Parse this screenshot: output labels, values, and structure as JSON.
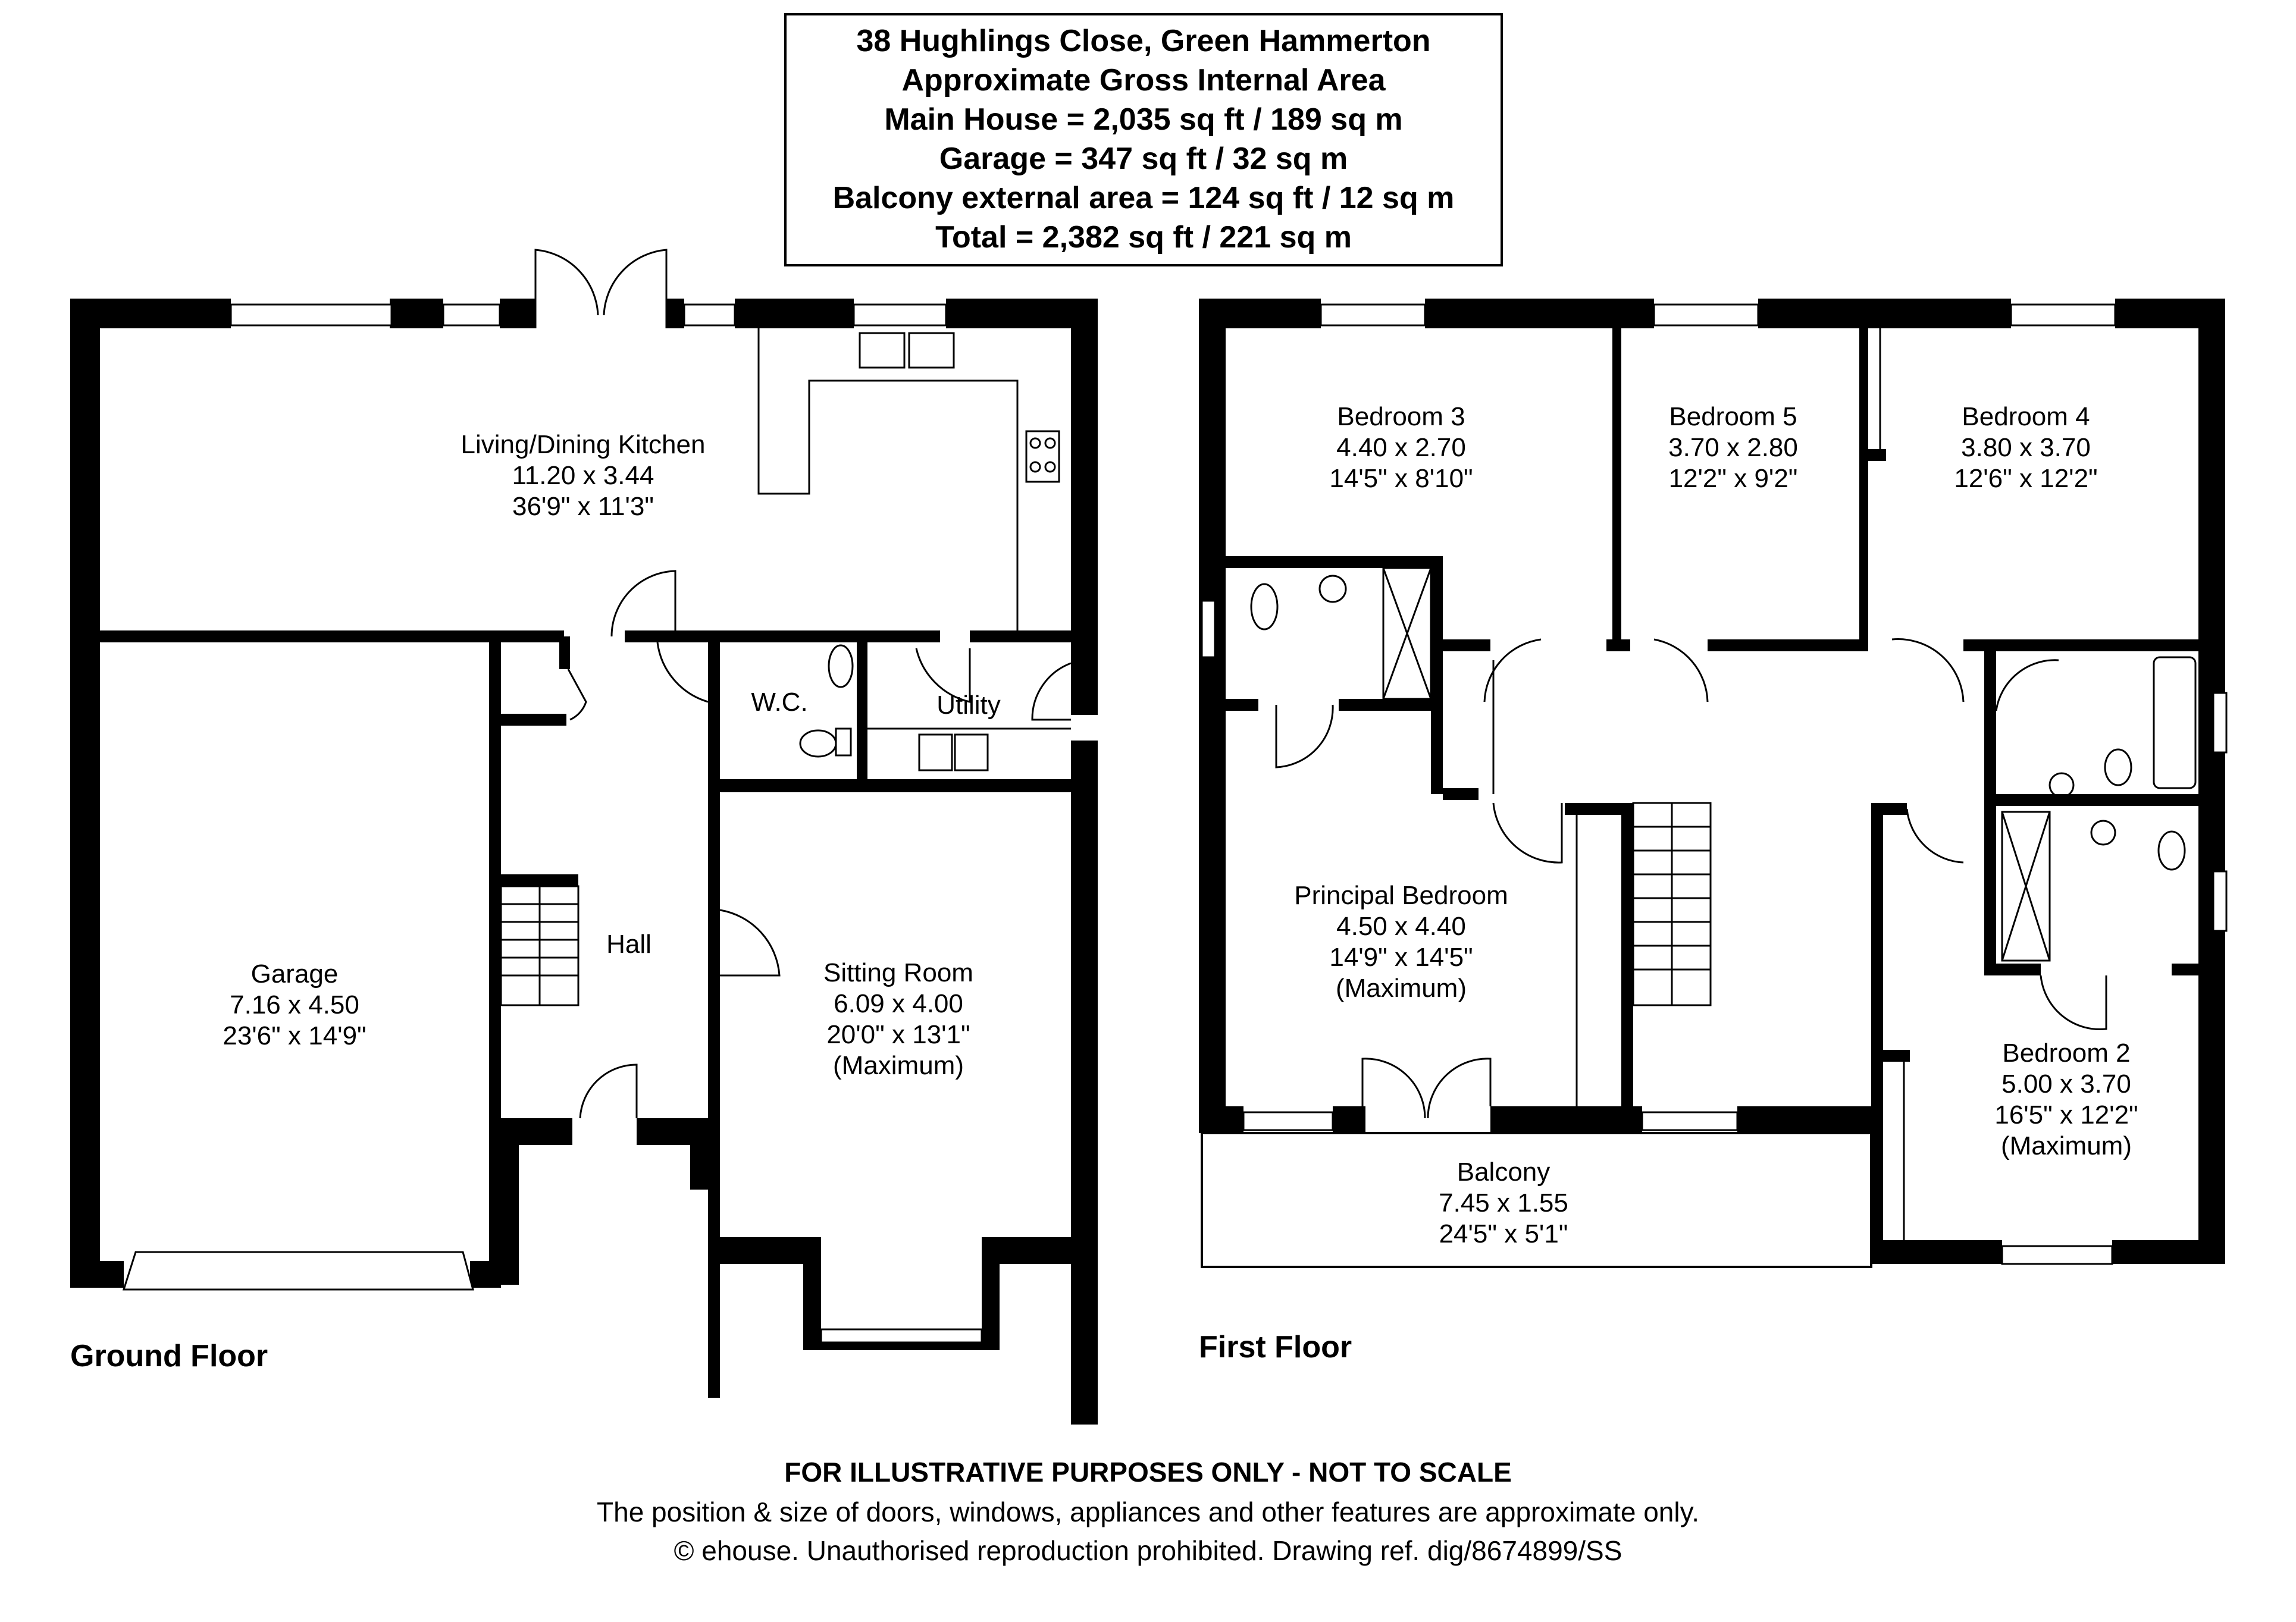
{
  "header": {
    "address": "38 Hughlings Close, Green Hammerton",
    "subtitle": "Approximate Gross Internal Area",
    "main_house": "Main House = 2,035 sq ft / 189 sq m",
    "garage": "Garage = 347 sq ft / 32 sq m",
    "balcony": "Balcony external area = 124 sq ft / 12 sq m",
    "total": "Total = 2,382 sq ft / 221 sq m"
  },
  "ground_floor": {
    "label": "Ground Floor",
    "rooms": {
      "kitchen": {
        "name": "Living/Dining Kitchen",
        "metric": "11.20 x 3.44",
        "imperial": "36'9\" x 11'3\""
      },
      "garage": {
        "name": "Garage",
        "metric": "7.16 x 4.50",
        "imperial": "23'6\" x 14'9\""
      },
      "hall": {
        "name": "Hall"
      },
      "wc": {
        "name": "W.C."
      },
      "utility": {
        "name": "Utility"
      },
      "sitting": {
        "name": "Sitting Room",
        "metric": "6.09 x 4.00",
        "imperial": "20'0\" x 13'1\"",
        "note": "(Maximum)"
      }
    }
  },
  "first_floor": {
    "label": "First Floor",
    "rooms": {
      "bedroom3": {
        "name": "Bedroom 3",
        "metric": "4.40 x 2.70",
        "imperial": "14'5\" x 8'10\""
      },
      "bedroom5": {
        "name": "Bedroom 5",
        "metric": "3.70 x 2.80",
        "imperial": "12'2\" x 9'2\""
      },
      "bedroom4": {
        "name": "Bedroom 4",
        "metric": "3.80 x 3.70",
        "imperial": "12'6\" x 12'2\""
      },
      "principal": {
        "name": "Principal Bedroom",
        "metric": "4.50 x 4.40",
        "imperial": "14'9\" x 14'5\"",
        "note": "(Maximum)"
      },
      "bedroom2": {
        "name": "Bedroom 2",
        "metric": "5.00 x 3.70",
        "imperial": "16'5\" x 12'2\"",
        "note": "(Maximum)"
      },
      "balcony": {
        "name": "Balcony",
        "metric": "7.45 x 1.55",
        "imperial": "24'5\" x 5'1\""
      }
    }
  },
  "footer": {
    "disclaimer": "FOR ILLUSTRATIVE PURPOSES ONLY - NOT TO SCALE",
    "note": "The position & size of doors, windows, appliances and other features are approximate only.",
    "copyright": "© ehouse. Unauthorised reproduction prohibited. Drawing ref. dig/8674899/SS"
  },
  "colors": {
    "wall": "#000000",
    "background": "#ffffff"
  }
}
